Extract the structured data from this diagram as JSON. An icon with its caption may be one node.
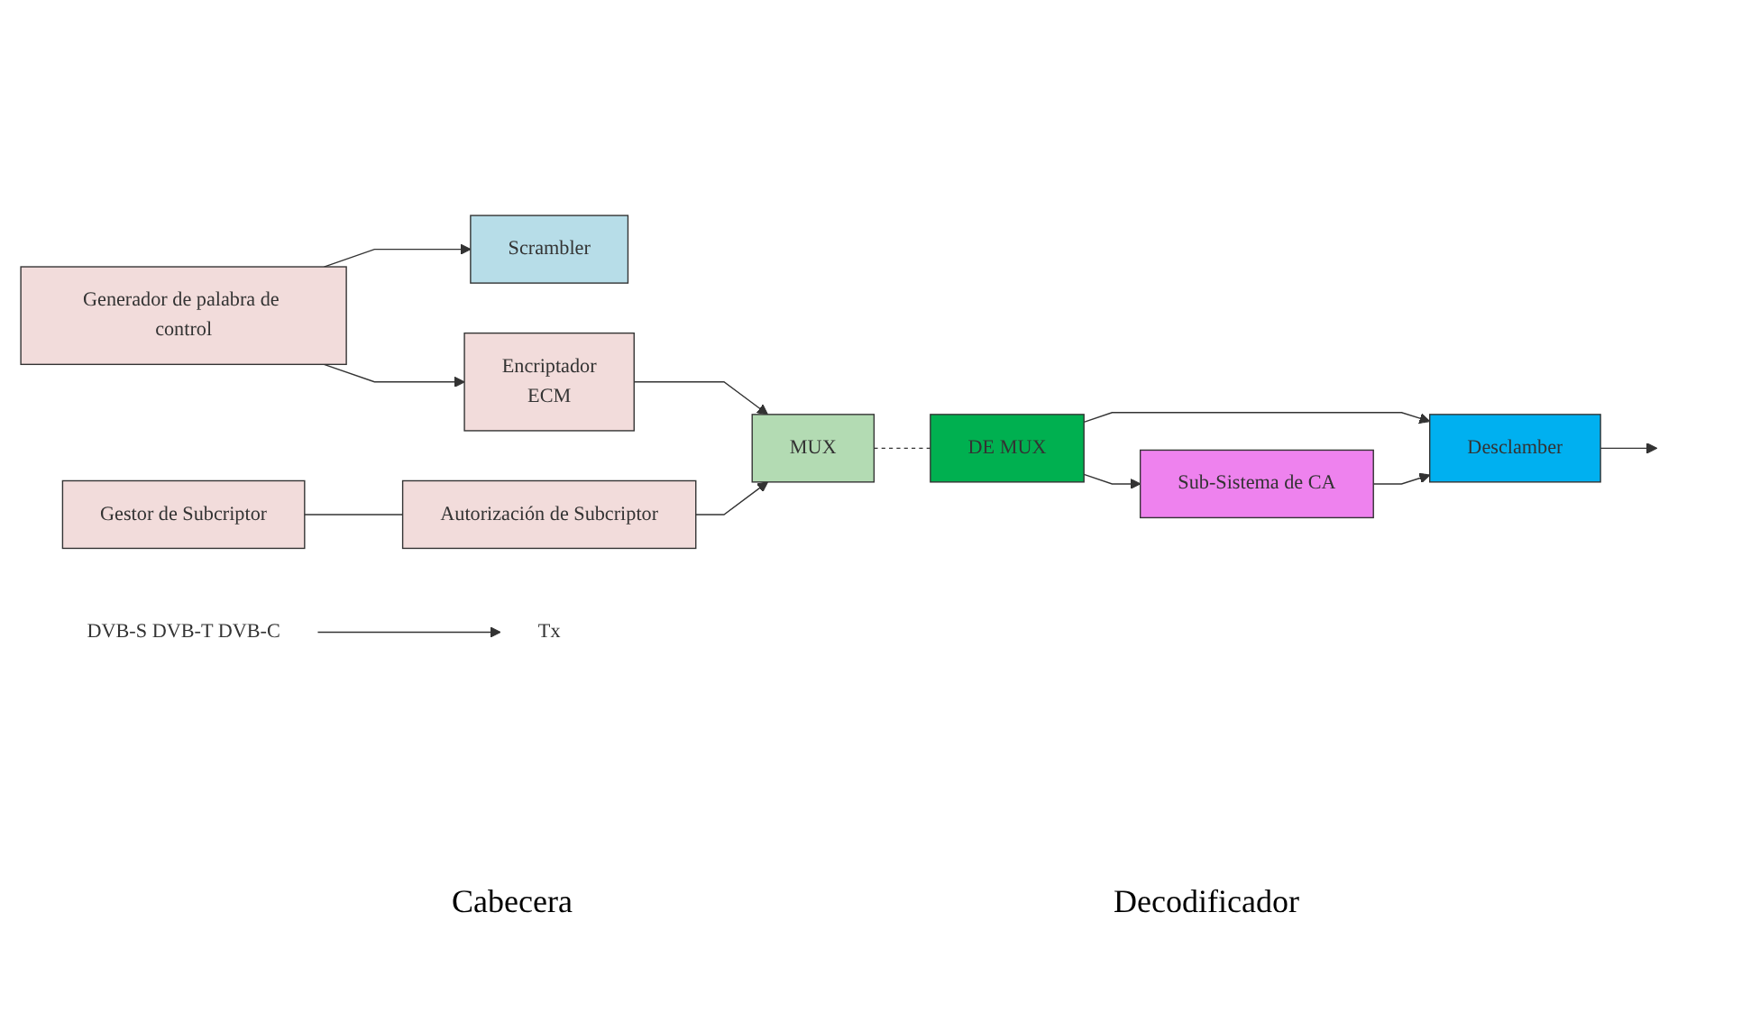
{
  "diagram": {
    "nodes": [
      {
        "text": [
          "Scrambler"
        ]
      },
      {
        "text": [
          "Generador de palabra de control"
        ]
      },
      {
        "text": [
          "Encriptador",
          "ECM"
        ]
      },
      {
        "text": [
          "Gestor de Subcriptor"
        ]
      },
      {
        "text": [
          "Autorización de Subcriptor"
        ]
      },
      {
        "text": [
          "MUX"
        ]
      },
      {
        "text": [
          "Tx"
        ]
      },
      {
        "text": [
          "DE MUX"
        ]
      },
      {
        "text": [
          "Desclamber"
        ]
      },
      {
        "text": [
          "Sub-Sistema de CA"
        ]
      },
      {
        "text": [
          "DVB-S DVB-T DVB-C"
        ]
      }
    ],
    "edges": [
      {
        "from": 1,
        "to": 2,
        "arrow": "to"
      },
      {
        "from": 1,
        "to": 0,
        "arrow": "to"
      },
      {
        "from": 2,
        "to": 5,
        "arrow": "to"
      },
      {
        "from": 3,
        "to": 4,
        "arrow": "none"
      },
      {
        "from": 4,
        "to": 5,
        "arrow": "to"
      },
      {
        "from": 5,
        "to": 7,
        "arrow": "none",
        "style": "dashed"
      },
      {
        "from": 10,
        "to": 6,
        "arrow": "to"
      },
      {
        "from": 7,
        "to": 8,
        "arrow": "to"
      },
      {
        "from": 7,
        "to": 9,
        "arrow": "to"
      },
      {
        "from": 9,
        "to": 8,
        "arrow": "to"
      },
      {
        "from": 8,
        "to": null,
        "arrow": "to"
      }
    ],
    "labels": [
      "Cabecera",
      "Decodificador"
    ]
  }
}
